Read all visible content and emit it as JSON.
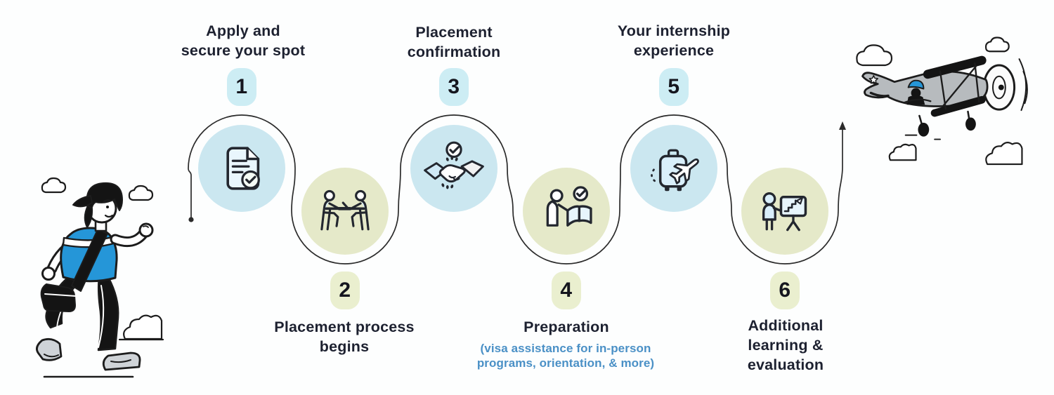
{
  "steps": [
    {
      "number": "1",
      "title_lines": [
        "Apply and",
        "secure your spot"
      ],
      "icon": "document-check-icon",
      "theme": "blue"
    },
    {
      "number": "2",
      "title_lines": [
        "Placement process",
        "begins"
      ],
      "icon": "interview-desk-icon",
      "theme": "green"
    },
    {
      "number": "3",
      "title_lines": [
        "Placement",
        "confirmation"
      ],
      "icon": "handshake-check-icon",
      "theme": "blue"
    },
    {
      "number": "4",
      "title_lines": [
        "Preparation"
      ],
      "subtitle_lines": [
        "(visa assistance for in-person",
        "programs, orientation, & more)"
      ],
      "icon": "open-book-check-icon",
      "theme": "green"
    },
    {
      "number": "5",
      "title_lines": [
        "Your internship",
        "experience"
      ],
      "icon": "suitcase-airplane-icon",
      "theme": "blue"
    },
    {
      "number": "6",
      "title_lines": [
        "Additional",
        "learning &",
        "evaluation"
      ],
      "icon": "presentation-growth-icon",
      "theme": "green"
    }
  ],
  "illustrations": {
    "left": "student-walking-with-bag",
    "right": "biplane-with-pilot"
  },
  "colors": {
    "circle_blue": "#cbe7f0",
    "circle_green": "#e5e9c9",
    "badge_blue": "#cdedf4",
    "badge_green": "#eaefcf",
    "title_text": "#1d2130",
    "subtitle_blue": "#4a90c6",
    "path_line": "#2b2b2b",
    "accent_blue": "#2596d8",
    "icon_stroke": "#23272f"
  }
}
